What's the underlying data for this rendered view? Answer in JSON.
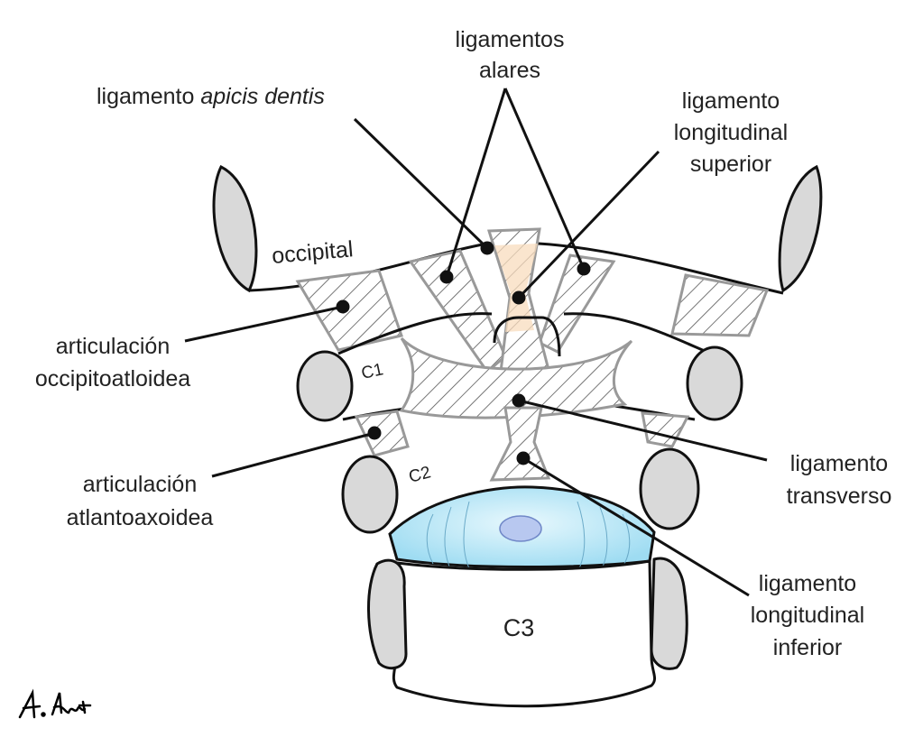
{
  "labels": {
    "ligamentos_alares": [
      "ligamentos",
      "alares"
    ],
    "apicis_dentis": {
      "prefix": "ligamento ",
      "italic": "apicis dentis"
    },
    "longitudinal_superior": [
      "ligamento",
      "longitudinal",
      "superior"
    ],
    "occipital": "occipital",
    "occipitoatloidea": [
      "articulación",
      "occipitoatloidea"
    ],
    "c1": "C1",
    "c2": "C2",
    "c3": "C3",
    "atlantoaxoidea": [
      "articulación",
      "atlantoaxoidea"
    ],
    "transverso": [
      "ligamento",
      "transverso"
    ],
    "longitudinal_inferior": [
      "ligamento",
      "longitudinal",
      "inferior"
    ]
  },
  "signature": "A. Amit",
  "colors": {
    "bone_gray": "#d9d9d9",
    "disc_blue": "#bfe9f7",
    "nucleus_blue": "#b8c8f0",
    "apical_orange": "#f8dcbd",
    "ligament_line": "#999999",
    "outline": "#111111"
  }
}
